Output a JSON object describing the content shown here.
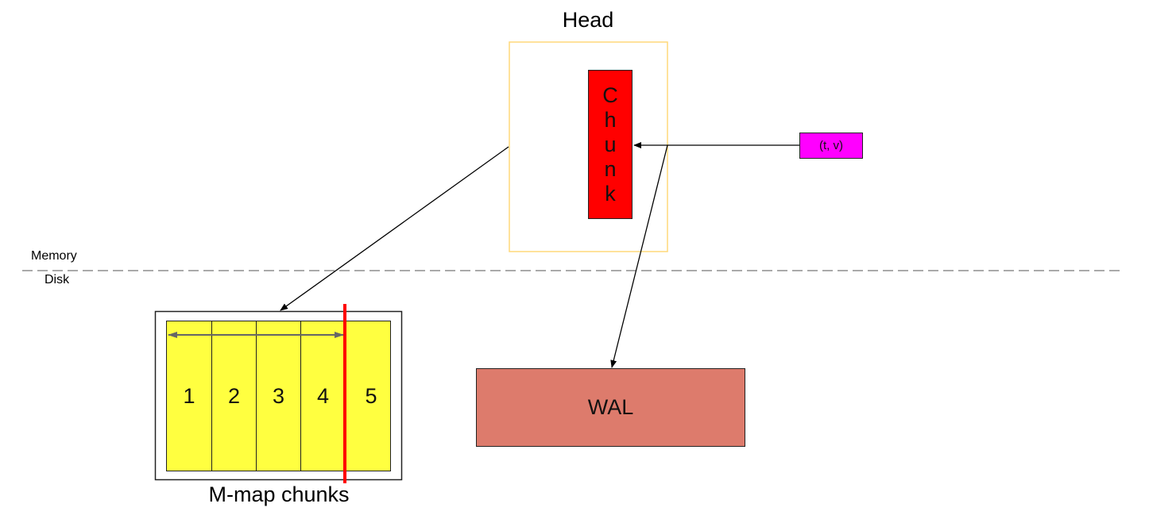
{
  "diagram": {
    "head": {
      "title": "Head",
      "chunk_letters": [
        "C",
        "h",
        "u",
        "n",
        "k"
      ],
      "border_color": "#ffd97a",
      "chunk_color": "#ff0000"
    },
    "sample": {
      "label": "(t, v)",
      "color": "#ff00ff"
    },
    "boundary": {
      "memory_label": "Memory",
      "disk_label": "Disk",
      "line_color": "#aaaaaa"
    },
    "mmap": {
      "label": "M-map chunks",
      "chunks": [
        "1",
        "2",
        "3",
        "4",
        "5"
      ],
      "chunk_color": "#ffff40",
      "marker_color": "#ff0000"
    },
    "wal": {
      "label": "WAL",
      "color": "#dd7b6c"
    },
    "edges": [
      {
        "from": "sample",
        "to": "head-chunk",
        "label": ""
      },
      {
        "from": "head",
        "to": "mmap-chunks",
        "label": ""
      },
      {
        "from": "head",
        "to": "wal",
        "label": ""
      }
    ]
  }
}
